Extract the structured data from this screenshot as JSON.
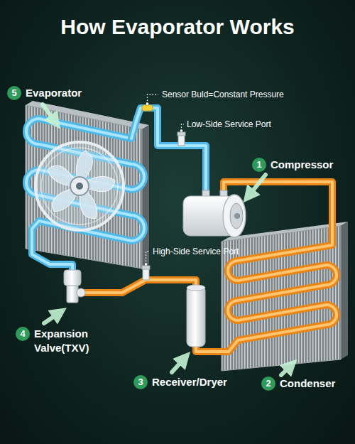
{
  "diagram": {
    "title": "How Evaporator Works",
    "nodes": [
      {
        "text": [
          "5",
          "Evaporator"
        ]
      },
      {
        "text": [
          "1",
          "Compressor"
        ]
      },
      {
        "text": [
          "4",
          "Expansion Valve(TXV)"
        ]
      },
      {
        "text": [
          "3",
          "Receiver/Dryer"
        ]
      },
      {
        "text": [
          "2",
          "Condenser"
        ]
      }
    ],
    "labels": [
      "Sensor Buld=Constant Pressure",
      "Low-Side Service Port",
      "High-Side Service Port"
    ]
  }
}
